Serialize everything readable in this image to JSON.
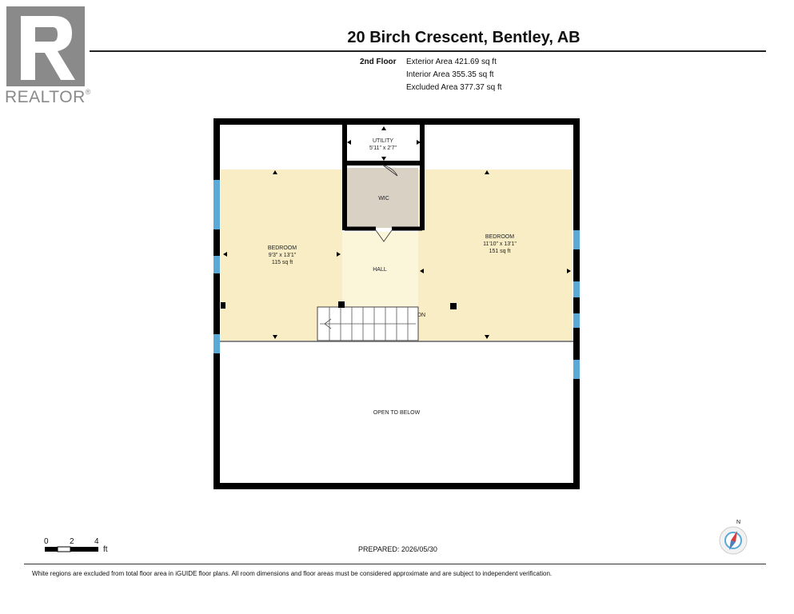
{
  "logo": {
    "text": "REALTOR",
    "mark": "®"
  },
  "title": "20 Birch Crescent, Bentley, AB",
  "floor": {
    "label": "2nd Floor",
    "exterior": "Exterior Area 421.69 sq ft",
    "interior": "Interior Area 355.35 sq ft",
    "excluded": "Excluded Area 377.37 sq ft"
  },
  "rooms": {
    "utility": {
      "name": "UTILITY",
      "dims": "5'11\" x 2'7\""
    },
    "wic": {
      "name": "WIC"
    },
    "bedroom_left": {
      "name": "BEDROOM",
      "dims": "9'3\" x 13'1\"",
      "area": "115 sq ft"
    },
    "bedroom_right": {
      "name": "BEDROOM",
      "dims": "11'10\" x 13'1\"",
      "area": "151 sq ft"
    },
    "hall": {
      "name": "HALL"
    },
    "stairs": {
      "label": "DN"
    },
    "open": {
      "name": "OPEN TO BELOW"
    }
  },
  "scale": {
    "ticks": [
      "0",
      "2",
      "4"
    ],
    "unit": "ft"
  },
  "prepared": "PREPARED: 2026/05/30",
  "compass": {
    "north": "N"
  },
  "disclaimer": "White regions are excluded from total floor area in iGUIDE floor plans. All room dimensions and floor areas must be considered approximate and are subject to independent verification.",
  "colors": {
    "wall": "#000000",
    "room_fill": "#f8edc4",
    "hall_fill": "#fbf5da",
    "wic_fill": "#d9d1c4",
    "window": "#5aa9d6"
  }
}
